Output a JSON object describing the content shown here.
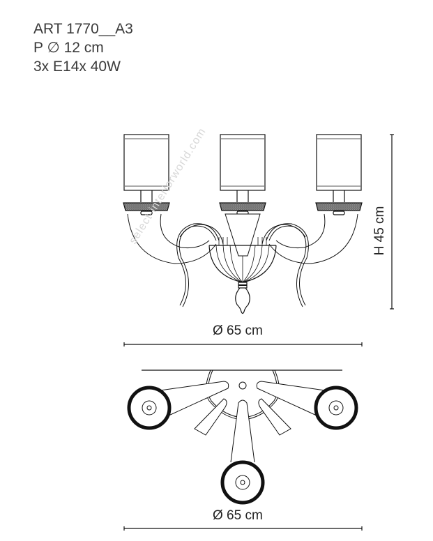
{
  "spec": {
    "article": "ART 1770__A3",
    "diameter_p": "P ∅ 12 cm",
    "bulbs": "3x E14x 40W"
  },
  "dimensions": {
    "front_width": "Ø 65 cm",
    "height": "H 45 cm",
    "top_width": "Ø 65 cm"
  },
  "watermark": "select-interiorworld.com",
  "drawing": {
    "front_view": {
      "shades": 3,
      "arms": 3,
      "central_bowl": true,
      "finial": true
    },
    "top_view": {
      "cups": 3,
      "arms": 5
    }
  },
  "colors": {
    "line": "#111111",
    "text": "#333333",
    "watermark": "#d8d8d8",
    "hatch": "#8a8a8a"
  }
}
